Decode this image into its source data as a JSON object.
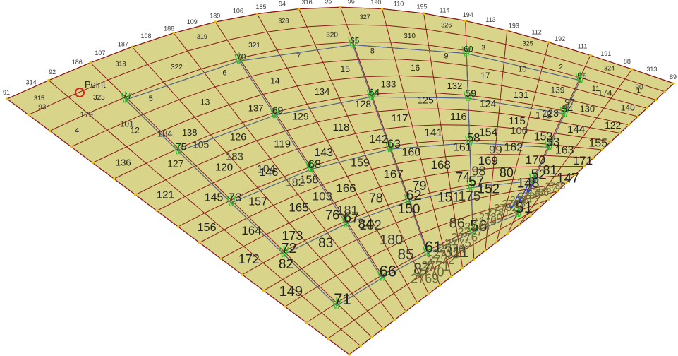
{
  "colors": {
    "background": "#ffffff",
    "plate_fill": "#d8d48a",
    "grid_line": "#8b1a1a",
    "node_point": "#e6c000",
    "brace_line": "#55608a",
    "green_marker": "#2bbf2b",
    "load_arrow": "#2b3fd6",
    "selection_circle": "#e02020"
  },
  "selection": {
    "label": "Point",
    "icon": "red-selection-circle"
  },
  "perimeter_node_labels": [
    "91",
    "314",
    "92",
    "186",
    "107",
    "187",
    "108",
    "188",
    "109",
    "189",
    "106",
    "185",
    "94",
    "316",
    "95",
    "96",
    "190",
    "110",
    "195",
    "114",
    "194",
    "113",
    "193",
    "112",
    "192",
    "111",
    "191",
    "88",
    "313",
    "89",
    "93",
    "179",
    "101",
    "184",
    "105",
    "183",
    "104",
    "182",
    "103",
    "181",
    "102",
    "180",
    "85",
    "87",
    "90",
    "174",
    "97",
    "178",
    "100",
    "99",
    "98",
    "175",
    "86",
    "311"
  ],
  "area_labels": [
    "315",
    "318",
    "319",
    "328",
    "327",
    "326",
    "325",
    "324",
    "323",
    "322",
    "321",
    "320",
    "310",
    "3",
    "2",
    "1",
    "4",
    "5",
    "6",
    "7",
    "8",
    "9",
    "10",
    "11",
    "12",
    "13",
    "14",
    "15",
    "16",
    "17",
    "139",
    "140",
    "136",
    "138",
    "137",
    "134",
    "133",
    "132",
    "131",
    "130",
    "127",
    "126",
    "129",
    "128",
    "125",
    "124",
    "123",
    "122",
    "121",
    "120",
    "119",
    "118",
    "117",
    "116",
    "115",
    "144",
    "145",
    "146",
    "143",
    "142",
    "141",
    "154",
    "153",
    "155",
    "156",
    "157",
    "158",
    "159",
    "160",
    "161",
    "162",
    "163",
    "164",
    "165",
    "166",
    "167",
    "168",
    "169",
    "170",
    "171",
    "172",
    "173",
    "76",
    "78",
    "79",
    "74",
    "80",
    "81",
    "82",
    "83",
    "84",
    "150",
    "151",
    "152",
    "148",
    "147",
    "149"
  ],
  "support_labels": [
    "77",
    "75",
    "73",
    "72",
    "71",
    "70",
    "69",
    "68",
    "67",
    "66",
    "65",
    "64",
    "63",
    "62",
    "61",
    "60",
    "59",
    "58",
    "57",
    "56",
    "55",
    "54",
    "53",
    "52",
    "51",
    "50",
    "49",
    "48",
    "47",
    "46",
    "45",
    "44",
    "43",
    "42",
    "41",
    "40",
    "39",
    "38",
    "37",
    "36",
    "35"
  ],
  "brace_ids": [
    "2769",
    "2770",
    "2771",
    "2772",
    "2773",
    "2774",
    "2775",
    "2776",
    "2777",
    "2778",
    "2779",
    "2780",
    "2781",
    "2782",
    "2783",
    "2784",
    "2785",
    "2786",
    "2787",
    "2788"
  ]
}
